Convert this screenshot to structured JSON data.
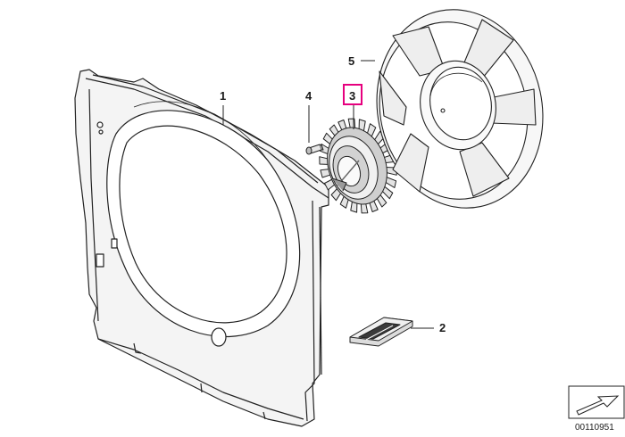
{
  "callouts": {
    "part_1": "1",
    "part_2": "2",
    "part_3": "3",
    "part_4": "4",
    "part_5": "5"
  },
  "highlighted_part": "3",
  "reference_code": "00110951",
  "colors": {
    "highlight": "#e6007e",
    "line": "#222222",
    "fill_light": "#f3f3f3",
    "fill_mid": "#d9d9d9",
    "fill_dark": "#9a9a9a"
  }
}
